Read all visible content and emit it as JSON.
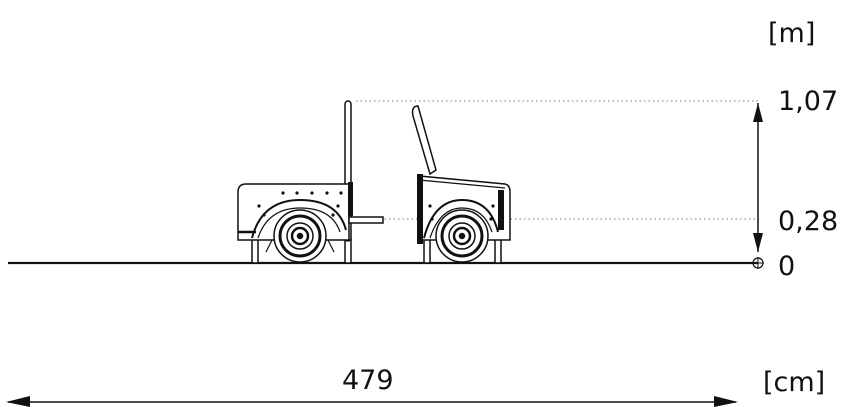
{
  "diagram": {
    "height_unit": "[m]",
    "height_marks": [
      {
        "label": "1,07",
        "value": 1.07
      },
      {
        "label": "0,28",
        "value": 0.28
      },
      {
        "label": "0",
        "value": 0
      }
    ],
    "length_unit": "[cm]",
    "length_value": "479",
    "colors": {
      "line": "#111111",
      "dotted": "#888888",
      "fill": "#ffffff"
    }
  }
}
